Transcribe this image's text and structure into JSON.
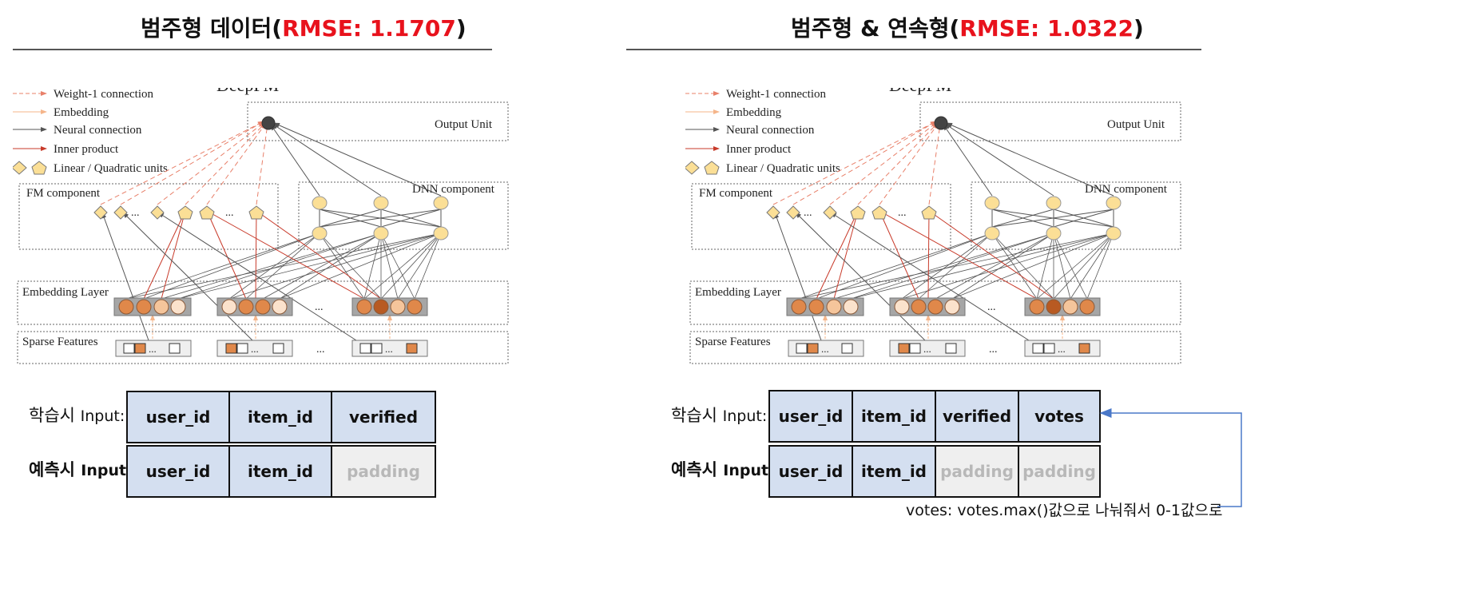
{
  "left_panel": {
    "title_prefix": "범주형 데이터(",
    "title_rmse": "RMSE: 1.1707",
    "title_suffix": ")",
    "train_label_prefix": "학습시",
    "train_label_suffix": "Input:",
    "train_cells": [
      "user_id",
      "item_id",
      "verified"
    ],
    "predict_label_prefix": "예측시",
    "predict_label_suffix": "Input:",
    "predict_cells": [
      "user_id",
      "item_id",
      "padding"
    ]
  },
  "right_panel": {
    "title_prefix": "범주형 & 연속형(",
    "title_rmse": "RMSE: 1.0322",
    "title_suffix": ")",
    "train_label_prefix": "학습시",
    "train_label_suffix": "Input:",
    "train_cells": [
      "user_id",
      "item_id",
      "verified",
      "votes"
    ],
    "predict_label_prefix": "예측시",
    "predict_label_suffix": "Input:",
    "predict_cells": [
      "user_id",
      "item_id",
      "padding",
      "padding"
    ],
    "note": "votes: votes.max()값으로 나눠줘서 0-1값으로"
  },
  "deepfm": {
    "title": "DeepFM",
    "legend": [
      "Weight-1 connection",
      "Embedding",
      "Neural connection",
      "Inner product",
      "Linear / Quadratic units"
    ],
    "output_unit": "Output Unit",
    "fm_component": "FM component",
    "dnn_component": "DNN component",
    "embedding_layer": "Embedding Layer",
    "sparse_features": "Sparse Features",
    "ellipsis": "..."
  },
  "colors": {
    "rmse_red": "#e8121c",
    "weight1_dashed": "#e8806a",
    "embedding_arrow": "#f5b58a",
    "neural": "#555555",
    "inner_product": "#c83a2a",
    "unit_fill": "#fbdf96",
    "emb_dark": "#e0884a",
    "emb_darker": "#b85a22",
    "emb_light": "#f5c59b",
    "emb_pale": "#fbe2cc",
    "input_cell": "#d4dff0",
    "padding_cell": "#efefef",
    "note_arrow": "#4a78c8"
  }
}
